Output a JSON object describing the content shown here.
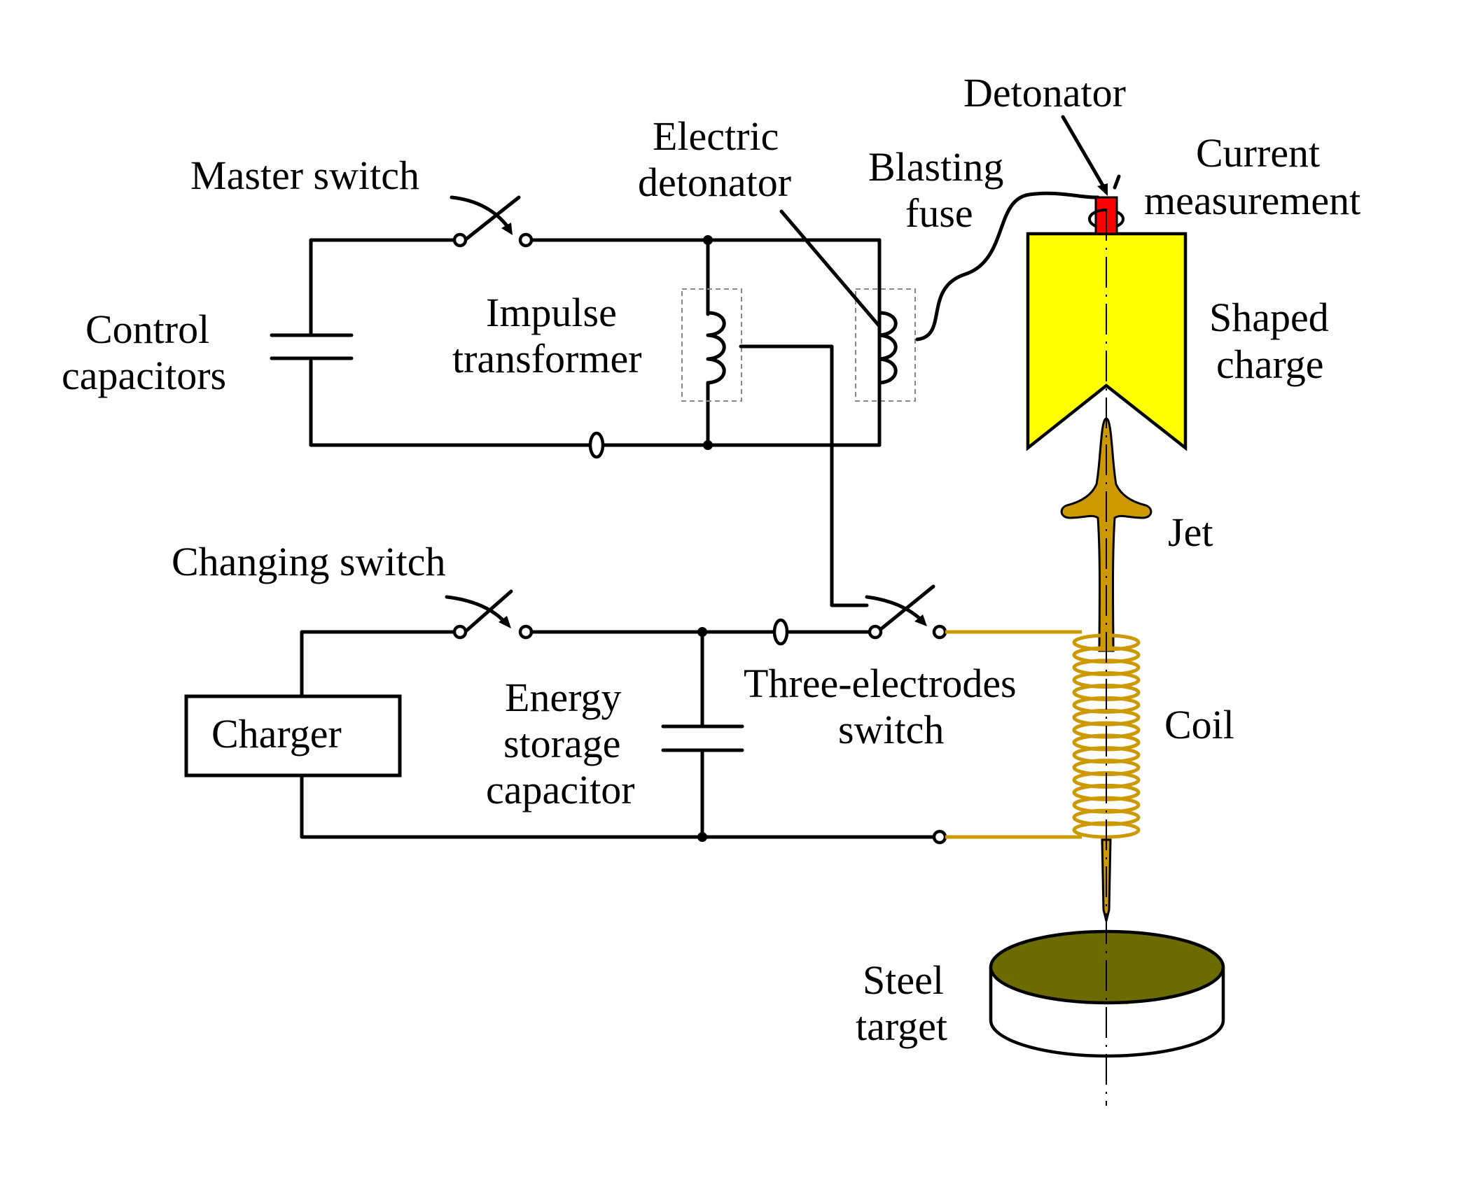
{
  "labels": {
    "master_switch": "Master switch",
    "electric_detonator_1": "Electric",
    "electric_detonator_2": "detonator",
    "detonator": "Detonator",
    "blasting_fuse_1": "Blasting",
    "blasting_fuse_2": "fuse",
    "current_measurement_1": "Current",
    "current_measurement_2": "measurement",
    "control_capacitors_1": "Control",
    "control_capacitors_2": "capacitors",
    "impulse_transformer_1": "Impulse",
    "impulse_transformer_2": "transformer",
    "shaped_charge_1": "Shaped",
    "shaped_charge_2": "charge",
    "jet": "Jet",
    "changing_switch": "Changing switch",
    "charger": "Charger",
    "energy_storage_1": "Energy",
    "energy_storage_2": "storage",
    "energy_storage_3": "capacitor",
    "three_electrodes_1": "Three-electrodes",
    "three_electrodes_2": "switch",
    "coil": "Coil",
    "steel_target_1": "Steel",
    "steel_target_2": "target"
  },
  "colors": {
    "wire": "#000000",
    "coil_wire": "#cc9a00",
    "shaped_charge_fill": "#ffff00",
    "detonator_fill": "#ff0000",
    "jet_fill": "#cc9a00",
    "target_top": "#6b6b00",
    "target_side": "#ffffff"
  }
}
